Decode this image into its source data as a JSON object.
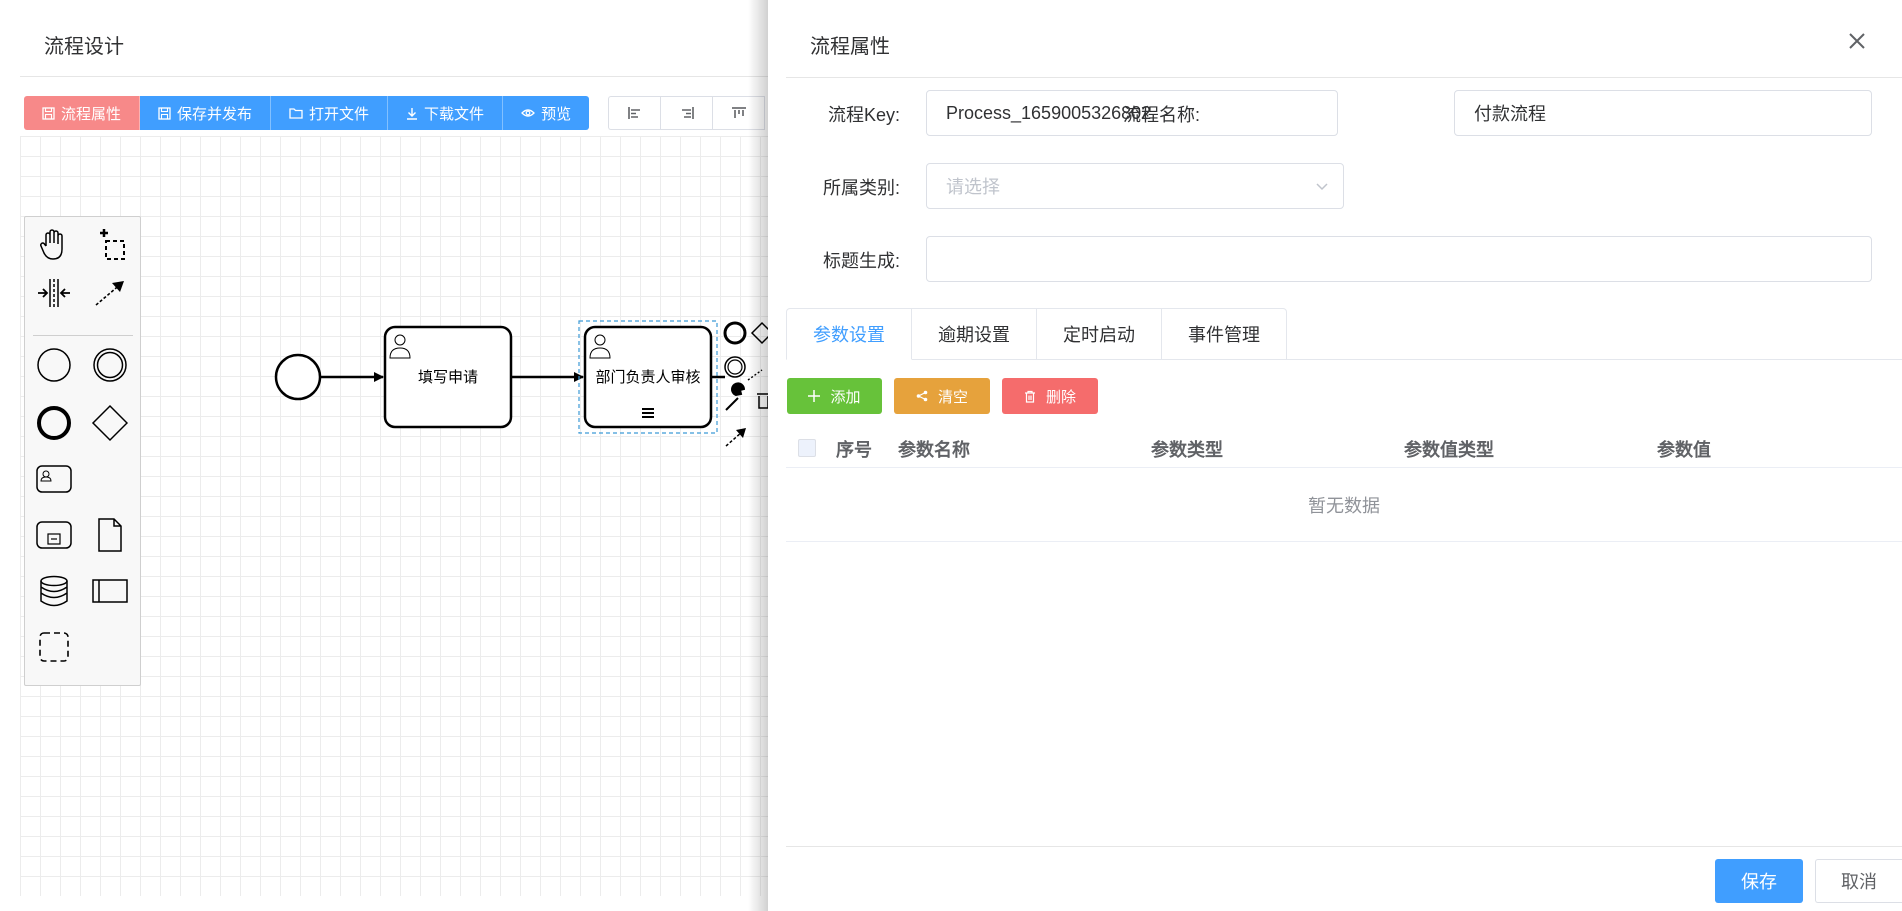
{
  "designer": {
    "title": "流程设计",
    "toolbar": [
      {
        "label": "流程属性",
        "icon": "save-icon",
        "color": "#f78989"
      },
      {
        "label": "保存并发布",
        "icon": "save-icon",
        "color": "#409eff"
      },
      {
        "label": "打开文件",
        "icon": "folder-icon",
        "color": "#409eff"
      },
      {
        "label": "下载文件",
        "icon": "download-icon",
        "color": "#409eff"
      },
      {
        "label": "预览",
        "icon": "eye-icon",
        "color": "#409eff"
      }
    ],
    "align_buttons": [
      "align-left-icon",
      "align-right-icon",
      "align-top-icon"
    ],
    "palette": [
      "hand-tool-icon",
      "lasso-tool-icon",
      "space-tool-icon",
      "connect-tool-icon",
      "start-event-icon",
      "intermediate-event-icon",
      "end-event-icon",
      "gateway-icon",
      "user-task-icon",
      "subprocess-icon",
      "data-object-icon",
      "data-store-icon",
      "pool-icon",
      "group-icon"
    ],
    "nodes": {
      "task1": "填写申请",
      "task2": "部门负责人审核"
    }
  },
  "drawer": {
    "title": "流程属性",
    "fields": {
      "process_key_label": "流程Key:",
      "process_key_value": "Process_1659005326802",
      "process_name_label": "流程名称:",
      "process_name_value": "付款流程",
      "category_label": "所属类别:",
      "category_placeholder": "请选择",
      "title_gen_label": "标题生成:",
      "title_gen_value": ""
    },
    "tabs": [
      "参数设置",
      "逾期设置",
      "定时启动",
      "事件管理"
    ],
    "active_tab": "参数设置",
    "actions": {
      "add": "添加",
      "clear": "清空",
      "delete": "删除"
    },
    "table": {
      "columns": [
        "序号",
        "参数名称",
        "参数类型",
        "参数值类型",
        "参数值"
      ],
      "empty_text": "暂无数据"
    },
    "footer": {
      "save": "保存",
      "cancel": "取消"
    }
  },
  "colors": {
    "primary": "#409eff",
    "success": "#67c23a",
    "warning": "#e6a23c",
    "danger": "#f56c6c"
  }
}
